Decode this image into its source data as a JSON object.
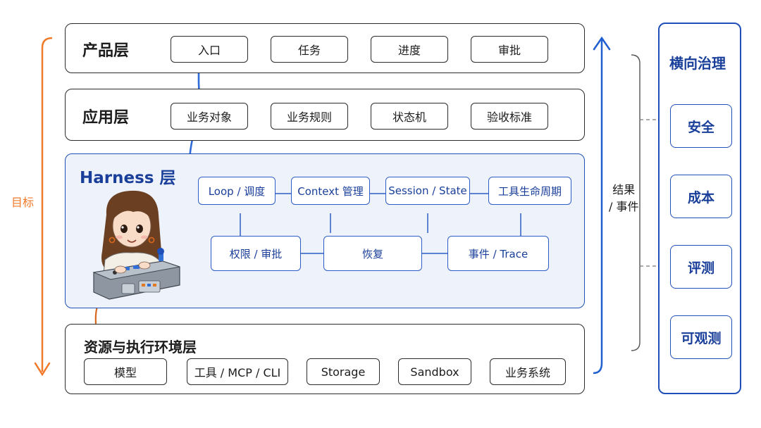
{
  "product_layer": {
    "title": "产品层",
    "chips": [
      "入口",
      "任务",
      "进度",
      "审批"
    ]
  },
  "application_layer": {
    "title": "应用层",
    "chips": [
      "业务对象",
      "业务规则",
      "状态机",
      "验收标准"
    ]
  },
  "harness_layer": {
    "title": "Harness 层",
    "row1": [
      "Loop / 调度",
      "Context 管理",
      "Session / State",
      "工具生命周期"
    ],
    "row2": [
      "权限 / 审批",
      "恢复",
      "事件 / Trace"
    ]
  },
  "resource_layer": {
    "title": "资源与执行环境层",
    "chips": [
      "模型",
      "工具 / MCP / CLI",
      "Storage",
      "Sandbox",
      "业务系统"
    ]
  },
  "left_arrow_label": "目标",
  "right_arrow_label": [
    "结果",
    "/ 事件"
  ],
  "governance": {
    "title": "横向治理",
    "items": [
      "安全",
      "成本",
      "评测",
      "可观测"
    ]
  },
  "colors": {
    "goal_arrow": "#f07a2a",
    "feedback_arrow": "#1f5fd0",
    "harness_border": "#1f4fb8",
    "harness_fill": "#eef3fb"
  }
}
